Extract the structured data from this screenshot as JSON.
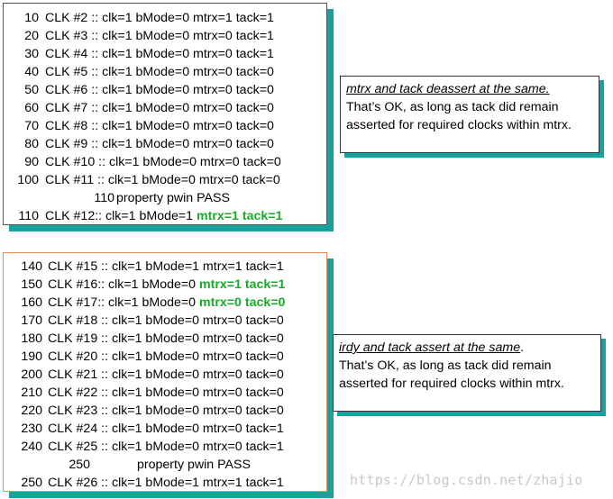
{
  "panel_top": {
    "lines": [
      {
        "num": "10",
        "parts": [
          {
            "t": "CLK #2 :: clk=1 bMode=0 mtrx=1 tack=1"
          }
        ]
      },
      {
        "num": "20",
        "parts": [
          {
            "t": "CLK #3 :: clk=1 bMode=0 mtrx=0 tack=1"
          }
        ]
      },
      {
        "num": "30",
        "parts": [
          {
            "t": "CLK #4 :: clk=1 bMode=0 mtrx=0 tack=1"
          }
        ]
      },
      {
        "num": "40",
        "parts": [
          {
            "t": "CLK #5 :: clk=1 bMode=0 mtrx=0 tack=0"
          }
        ]
      },
      {
        "num": "50",
        "parts": [
          {
            "t": "CLK #6 :: clk=1 bMode=0 mtrx=0 tack=0"
          }
        ]
      },
      {
        "num": "60",
        "parts": [
          {
            "t": "CLK #7 :: clk=1 bMode=0 mtrx=0 tack=0"
          }
        ]
      },
      {
        "num": "70",
        "parts": [
          {
            "t": "CLK #8 :: clk=1 bMode=0 mtrx=0 tack=0"
          }
        ]
      },
      {
        "num": "80",
        "parts": [
          {
            "t": "CLK #9 :: clk=1 bMode=0 mtrx=0 tack=0"
          }
        ]
      },
      {
        "num": "90",
        "parts": [
          {
            "t": "CLK #10 :: clk=1 bMode=0 mtrx=0 tack=0"
          }
        ]
      },
      {
        "num": "100",
        "parts": [
          {
            "t": "CLK #11 :: clk=1 bMode=0 mtrx=0 tack=0"
          }
        ]
      },
      {
        "num": "110",
        "sub": true,
        "parts": [
          {
            "t": "property pwin PASS"
          }
        ]
      },
      {
        "num": "110",
        "parts": [
          {
            "t": "CLK #12:: clk=1 bMode=1 "
          },
          {
            "t": "mtrx=1 tack=1",
            "hl": true
          }
        ]
      }
    ]
  },
  "panel_bottom": {
    "lines": [
      {
        "num": "140",
        "parts": [
          {
            "t": "CLK #15 :: clk=1 bMode=1 mtrx=1 tack=1"
          }
        ]
      },
      {
        "num": "150",
        "parts": [
          {
            "t": "CLK #16:: clk=1 bMode=0 "
          },
          {
            "t": "mtrx=1 tack=1",
            "hl": true
          }
        ]
      },
      {
        "num": "160",
        "parts": [
          {
            "t": "CLK #17:: clk=1 bMode=0 "
          },
          {
            "t": "mtrx=0 tack=0",
            "hl": true
          }
        ]
      },
      {
        "num": "170",
        "parts": [
          {
            "t": "CLK #18 :: clk=1 bMode=0 mtrx=0 tack=0"
          }
        ]
      },
      {
        "num": "180",
        "parts": [
          {
            "t": "CLK #19 :: clk=1 bMode=0 mtrx=0 tack=0"
          }
        ]
      },
      {
        "num": "190",
        "parts": [
          {
            "t": "CLK #20 :: clk=1 bMode=0 mtrx=0 tack=0"
          }
        ]
      },
      {
        "num": "200",
        "parts": [
          {
            "t": "CLK #21 :: clk=1 bMode=0 mtrx=0 tack=0"
          }
        ]
      },
      {
        "num": "210",
        "parts": [
          {
            "t": "CLK #22 :: clk=1 bMode=0 mtrx=0 tack=0"
          }
        ]
      },
      {
        "num": "220",
        "parts": [
          {
            "t": "CLK #23 :: clk=1 bMode=0 mtrx=0 tack=0"
          }
        ]
      },
      {
        "num": "230",
        "parts": [
          {
            "t": "CLK #24 :: clk=1 bMode=0 mtrx=0 tack=1"
          }
        ]
      },
      {
        "num": "240",
        "parts": [
          {
            "t": "CLK #25 :: clk=1 bMode=0 mtrx=0 tack=1"
          }
        ]
      },
      {
        "num": "250",
        "sub": true,
        "parts": [
          {
            "t": "property pwin PASS"
          }
        ]
      },
      {
        "num": "250",
        "parts": [
          {
            "t": "CLK #26 :: clk=1 bMode=1 mtrx=1 tack=1"
          }
        ]
      }
    ]
  },
  "note_top": {
    "heading": "mtrx and tack deassert at the same.",
    "body": "That’s OK, as long as tack did remain asserted for required clocks within mtrx."
  },
  "note_bottom": {
    "heading": "irdy and tack assert at the same",
    "heading_suffix": ".",
    "body": "That’s OK, as long as tack did remain asserted for required clocks within mtrx."
  },
  "watermark": "https://blog.csdn.net/zhajio",
  "colors": {
    "highlight": "#1aaa2a",
    "shadow": "#16a3a0",
    "bottom_panel_border": "#ee8a55"
  }
}
